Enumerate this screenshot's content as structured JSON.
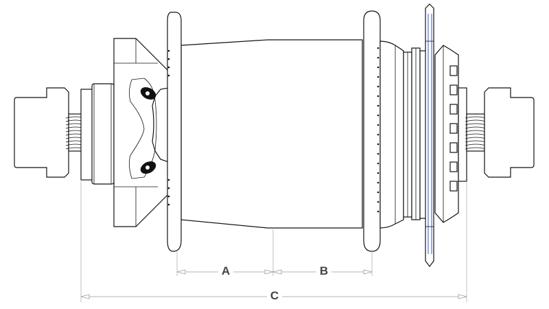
{
  "diagram": {
    "labels": {
      "a": "A",
      "b": "B",
      "c": "C"
    },
    "colors": {
      "line": "#111111",
      "dimension": "#9a9a9a",
      "accent": "#4a63c8"
    }
  }
}
